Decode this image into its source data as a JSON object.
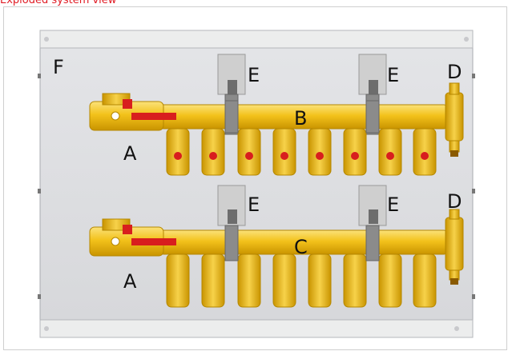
{
  "caption": "Exploded system view",
  "labels": {
    "F": "F",
    "A1": "A",
    "A2": "A",
    "B": "B",
    "C": "C",
    "D1": "D",
    "D2": "D",
    "E1": "E",
    "E2": "E",
    "E3": "E",
    "E4": "E"
  },
  "colors": {
    "panel": "#dcdde0",
    "pipe": "#f3c21b",
    "valve": "#d81e1e",
    "sensor": "#c9c9c9"
  }
}
